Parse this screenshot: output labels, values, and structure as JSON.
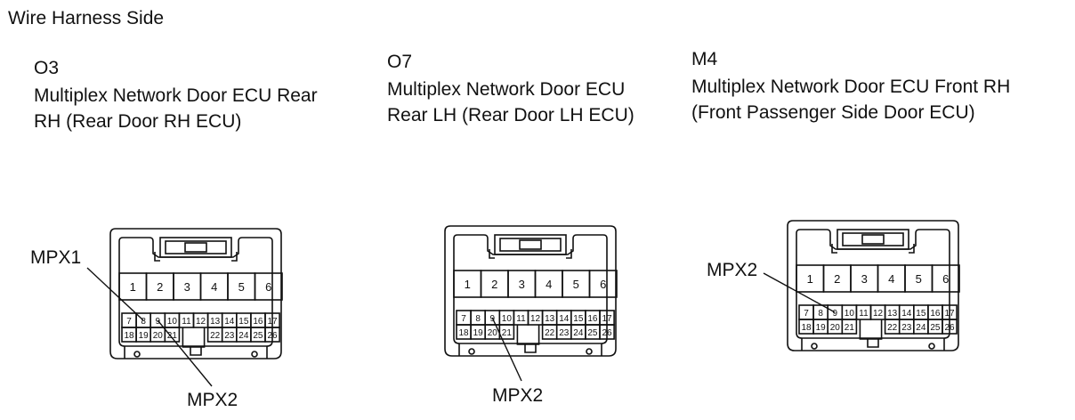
{
  "header": "Wire Harness Side",
  "connectors": [
    {
      "code": "O3",
      "name_line1": "Multiplex Network Door ECU Rear",
      "name_line2": "RH (Rear Door RH ECU)",
      "callouts": [
        "MPX1",
        "MPX2"
      ]
    },
    {
      "code": "O7",
      "name_line1": "Multiplex Network Door ECU",
      "name_line2": "Rear LH (Rear Door LH ECU)",
      "callouts": [
        "MPX2"
      ]
    },
    {
      "code": "M4",
      "name_line1": "Multiplex Network Door ECU Front RH",
      "name_line2": "(Front Passenger Side Door ECU)",
      "callouts": [
        "MPX2"
      ]
    }
  ],
  "pins": {
    "row1": [
      "1",
      "2",
      "3",
      "4",
      "5",
      "6"
    ],
    "row2": [
      "7",
      "8",
      "9",
      "10",
      "11",
      "12",
      "13",
      "14",
      "15",
      "16",
      "17"
    ],
    "row3": [
      "18",
      "19",
      "20",
      "21",
      "22",
      "23",
      "24",
      "25",
      "26"
    ]
  }
}
